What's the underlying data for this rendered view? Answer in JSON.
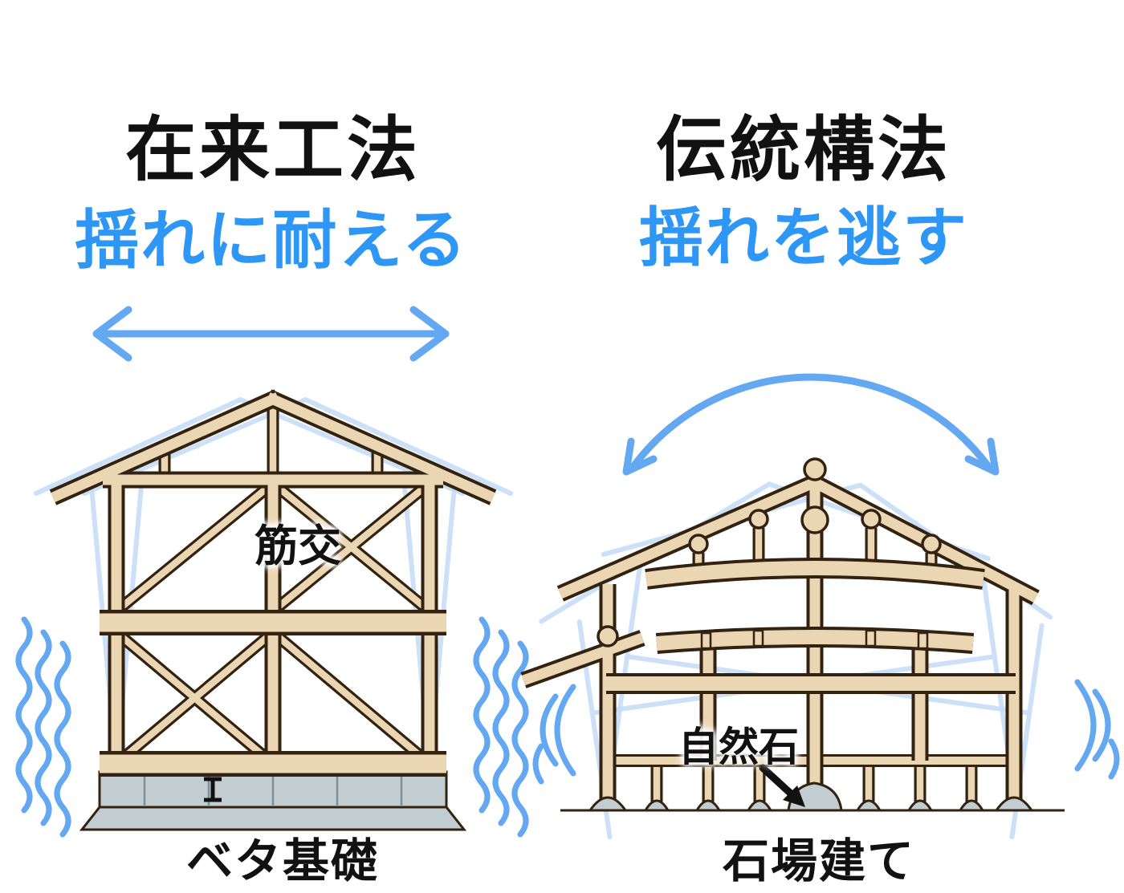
{
  "diagram": {
    "left": {
      "title": "在来工法",
      "subtitle": "揺れに耐える",
      "brace_label": "筋交",
      "foundation_label": "ベタ基礎"
    },
    "right": {
      "title": "伝統構法",
      "subtitle": "揺れを逃す",
      "stone_label": "自然石",
      "foundation_label": "石場建て"
    }
  },
  "icons": {
    "left_sway": "horizontal-double-arrow-icon",
    "right_sway": "arc-double-arrow-icon",
    "left_vibration": "vertical-wavy-lines-icon",
    "right_vibration": "concentric-arc-waves-icon",
    "stone_pointer": "solid-black-arrow-icon",
    "anchor": "anchor-bolt-icon"
  },
  "colors": {
    "background": "#FFFFFF",
    "text_black": "#111111",
    "accent_blue": "#2E96F5",
    "arrow_blue": "#63A8F0",
    "ghost_blue": "#C3DBF7",
    "wood_fill": "#EBD6B4",
    "wood_outline": "#33220F",
    "stone_gray": "#C2CDD2"
  }
}
